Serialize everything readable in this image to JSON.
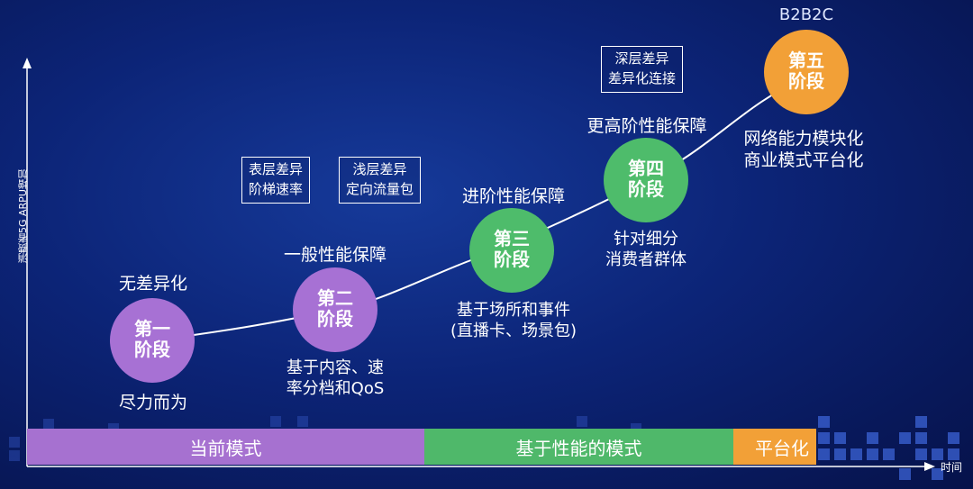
{
  "axis": {
    "y_label": "消费者5G ARPU增加",
    "x_label": "时间"
  },
  "stages": [
    {
      "name_line1": "第一",
      "name_line2": "阶段",
      "color": "#a771d4",
      "above": "无差异化",
      "below": [
        "尽力而为"
      ]
    },
    {
      "name_line1": "第二",
      "name_line2": "阶段",
      "color": "#a771d4",
      "above": "一般性能保障",
      "below": [
        "基于内容、速",
        "率分档和QoS"
      ]
    },
    {
      "name_line1": "第三",
      "name_line2": "阶段",
      "color": "#4ebc6b",
      "above": "进阶性能保障",
      "below": [
        "基于场所和事件",
        "(直播卡、场景包)"
      ]
    },
    {
      "name_line1": "第四",
      "name_line2": "阶段",
      "color": "#4ebc6b",
      "above": "更高阶性能保障",
      "below": [
        "针对细分",
        "消费者群体"
      ]
    },
    {
      "name_line1": "第五",
      "name_line2": "阶段",
      "color": "#f2a037",
      "above": "B2B2C",
      "below": [
        "网络能力模块化",
        "商业模式平台化"
      ]
    }
  ],
  "tags": [
    {
      "line1": "表层差异",
      "line2": "阶梯速率"
    },
    {
      "line1": "浅层差异",
      "line2": "定向流量包"
    },
    {
      "line1": "深层差异",
      "line2": "差异化连接"
    }
  ],
  "bands": [
    {
      "label": "当前模式",
      "color": "#a671d0"
    },
    {
      "label": "基于性能的模式",
      "color": "#4fb86a"
    },
    {
      "label": "平台化",
      "color": "#f2a037"
    }
  ]
}
